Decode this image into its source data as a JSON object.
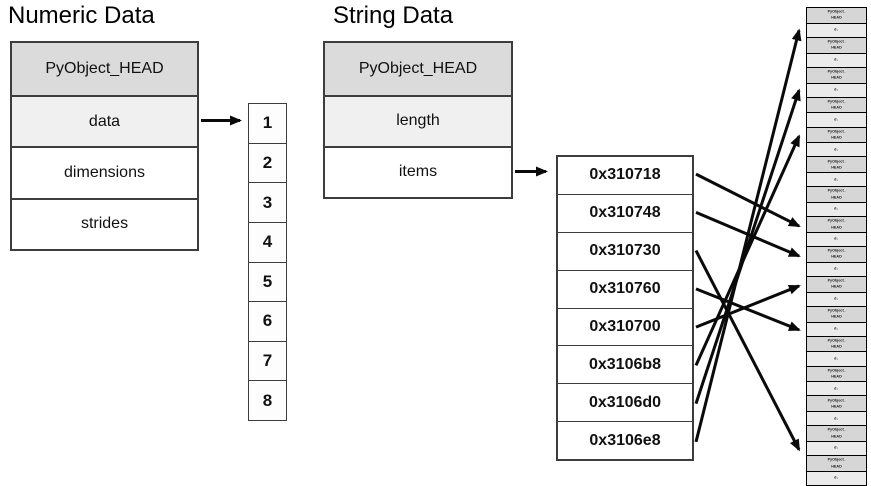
{
  "numeric_section": {
    "title": "Numeric Data",
    "table_rows": [
      {
        "label": "PyObject_HEAD",
        "shade": "head"
      },
      {
        "label": "data",
        "shade": "light"
      },
      {
        "label": "dimensions",
        "shade": "white"
      },
      {
        "label": "strides",
        "shade": "white"
      }
    ],
    "buffer_values": [
      "1",
      "2",
      "3",
      "4",
      "5",
      "6",
      "7",
      "8"
    ]
  },
  "string_section": {
    "title": "String Data",
    "table_rows": [
      {
        "label": "PyObject_HEAD",
        "shade": "head"
      },
      {
        "label": "length",
        "shade": "light"
      },
      {
        "label": "items",
        "shade": "white"
      }
    ],
    "pointer_values": [
      "0x310718",
      "0x310748",
      "0x310730",
      "0x310760",
      "0x310700",
      "0x3106b8",
      "0x3106d0",
      "0x3106e8"
    ]
  },
  "object_slots": {
    "count": 16,
    "head_label_line1": "PyObject_",
    "head_label_line2": "HEAD",
    "value_label": "d₁"
  },
  "links": [
    {
      "from_pointer": "0x310718",
      "to_slot": 8,
      "to_part": "head"
    },
    {
      "from_pointer": "0x310748",
      "to_slot": 9,
      "to_part": "head"
    },
    {
      "from_pointer": "0x310730",
      "to_slot": 15,
      "to_part": "value"
    },
    {
      "from_pointer": "0x310760",
      "to_slot": 11,
      "to_part": "value"
    },
    {
      "from_pointer": "0x310700",
      "to_slot": 10,
      "to_part": "head"
    },
    {
      "from_pointer": "0x3106b8",
      "to_slot": 5,
      "to_part": "head"
    },
    {
      "from_pointer": "0x3106d0",
      "to_slot": 3,
      "to_part": "value"
    },
    {
      "from_pointer": "0x3106e8",
      "to_slot": 1,
      "to_part": "value"
    }
  ],
  "colors": {
    "head_fill": "#dbdbdb",
    "subhead_fill": "#f0f0f0",
    "cell_fill": "#ffffff",
    "slot_head_fill": "#d6d6d6",
    "slot_value_fill": "#ebebeb",
    "border": "#3d3d3d",
    "arrow": "#0a0a0a"
  }
}
